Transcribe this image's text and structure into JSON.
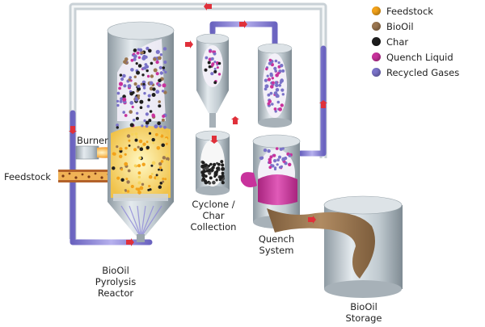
{
  "legend": {
    "items": [
      {
        "label": "Feedstock",
        "color": "#f2a21a"
      },
      {
        "label": "BioOil",
        "color": "#9a7650"
      },
      {
        "label": "Char",
        "color": "#1e1e1e"
      },
      {
        "label": "Quench Liquid",
        "color": "#c8329c"
      },
      {
        "label": "Recycled Gases",
        "color": "#7a72c8"
      }
    ]
  },
  "labels": {
    "burner": "Burner",
    "feedstock": "Feedstock",
    "cyclone": [
      "Cyclone /",
      "Char",
      "Collection"
    ],
    "quench": [
      "Quench",
      "System"
    ],
    "reactor": [
      "BioOil",
      "Pyrolysis",
      "Reactor"
    ],
    "storage": [
      "BioOil",
      "Storage"
    ]
  },
  "colors": {
    "vessel": "#b8c3ca",
    "pipe": "#8f88d6",
    "arrow": "#e0303a",
    "bio_oil": "#9a7650"
  }
}
